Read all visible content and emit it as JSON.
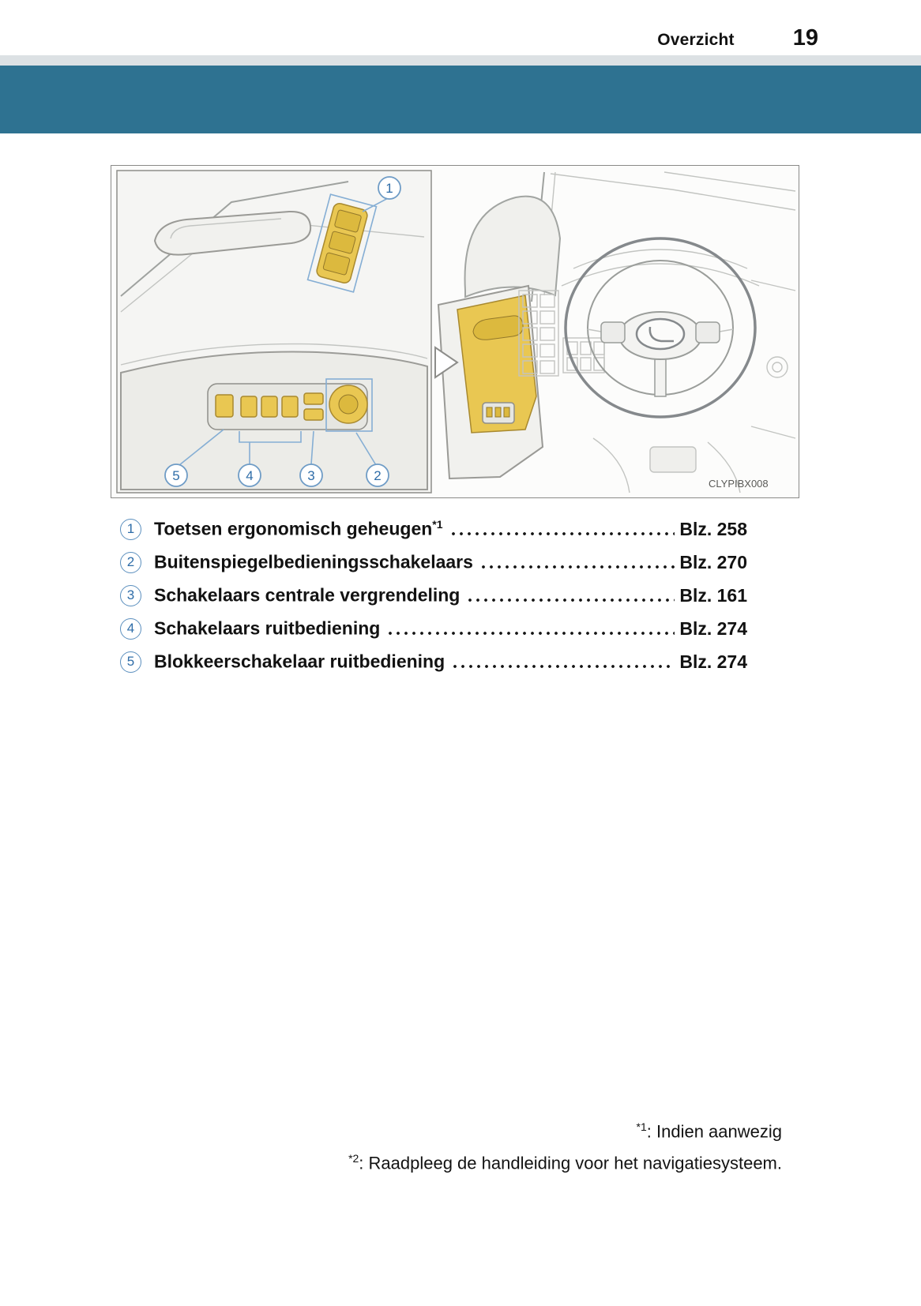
{
  "header": {
    "section_title": "Overzicht",
    "page_number": "19"
  },
  "figure": {
    "caption_code": "CLYPIBX008",
    "callouts": [
      "1",
      "2",
      "3",
      "4",
      "5"
    ]
  },
  "legend": {
    "items": [
      {
        "num": "1",
        "label": "Toetsen ergonomisch geheugen",
        "sup": "*1",
        "page_ref": "Blz. 258"
      },
      {
        "num": "2",
        "label": "Buitenspiegelbedieningsschakelaars",
        "sup": "",
        "page_ref": "Blz. 270"
      },
      {
        "num": "3",
        "label": "Schakelaars centrale vergrendeling",
        "sup": "",
        "page_ref": "Blz. 161"
      },
      {
        "num": "4",
        "label": "Schakelaars ruitbediening",
        "sup": "",
        "page_ref": "Blz. 274"
      },
      {
        "num": "5",
        "label": "Blokkeerschakelaar ruitbediening",
        "sup": "",
        "page_ref": "Blz. 274"
      }
    ]
  },
  "footnotes": [
    {
      "marker": "*1",
      "text": ": Indien aanwezig"
    },
    {
      "marker": "*2",
      "text": ": Raadpleeg de handleiding voor het navigatiesysteem."
    }
  ],
  "colors": {
    "band_teal": "#2e7291",
    "band_gray": "#dce1e4",
    "callout_blue": "#5b8fbe",
    "highlight_yellow": "#e9c752"
  }
}
